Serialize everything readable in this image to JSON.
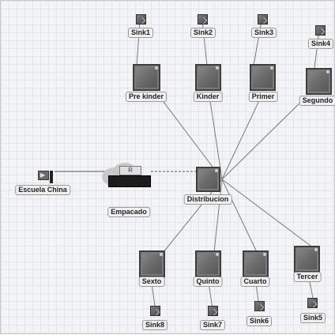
{
  "colors": {
    "canvas_bg": "#f3f4f5",
    "link": "#8a8a8a",
    "object": "#6a6a6a"
  },
  "labels": {
    "sink1": "Sink1",
    "sink2": "Sink2",
    "sink3": "Sink3",
    "sink4": "Sink4",
    "sink5": "Sink5",
    "sink6": "Sink6",
    "sink7": "Sink7",
    "sink8": "Sink8",
    "prekinder": "Pre kinder",
    "kinder": "Kinder",
    "primer": "Primer",
    "segundo": "Segundo",
    "sexto": "Sexto",
    "quinto": "Quinto",
    "cuarto": "Cuarto",
    "tercer": "Tercer",
    "source": "Escuela China",
    "combiner": "Empacado",
    "distribucion": "Distribucion"
  },
  "icons": {
    "server": "server-icon",
    "sink": "sink-icon",
    "source": "source-icon",
    "combiner": "combiner-icon"
  }
}
